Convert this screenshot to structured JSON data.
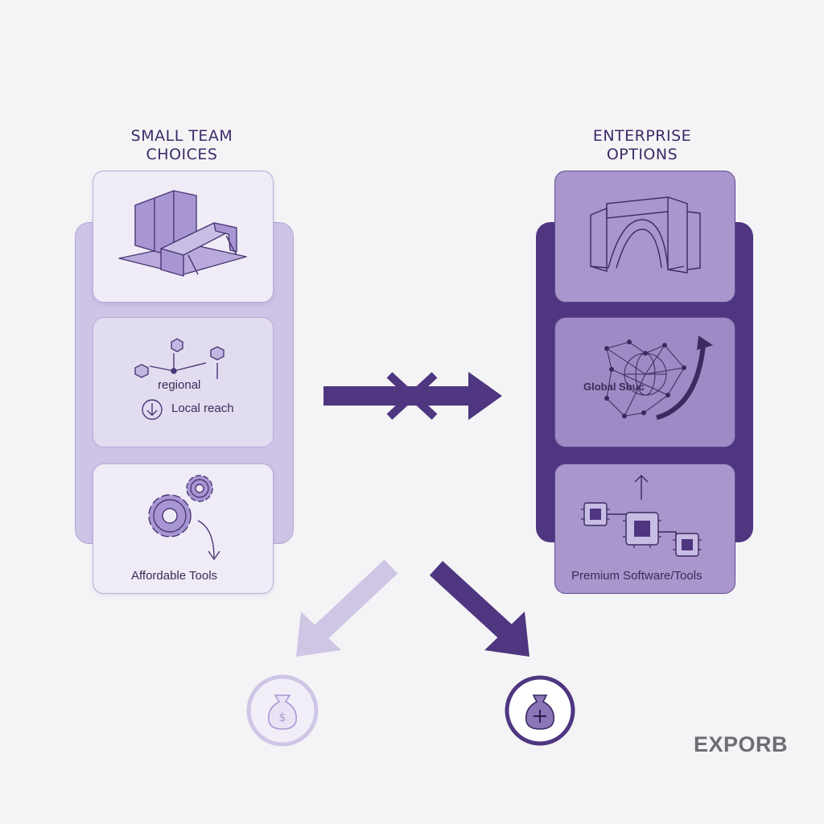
{
  "left_column": {
    "title_line1": "SMALL TEAM",
    "title_line2": "CHOICES",
    "cards": [
      {
        "icon": "workspace-building-icon"
      },
      {
        "icon": "hex-network-icon",
        "label_regional": "regional",
        "label_reach": "Local reach"
      },
      {
        "icon": "gears-icon",
        "label": "Affordable Tools"
      }
    ]
  },
  "right_column": {
    "title_line1": "ENTERPRISE",
    "title_line2": "OPTIONS",
    "cards": [
      {
        "icon": "arch-gate-icon"
      },
      {
        "icon": "global-network-icon",
        "label": "Global Sbuc"
      },
      {
        "icon": "chips-icon",
        "label": "Premium Software/Tools"
      }
    ]
  },
  "logo": "EXPORB",
  "colors": {
    "light_purple": "#cdc4e6",
    "dark_purple": "#4f3680",
    "card_light": "#ece8f6",
    "card_dark": "#9e8ac4",
    "text": "#3e2a66"
  }
}
